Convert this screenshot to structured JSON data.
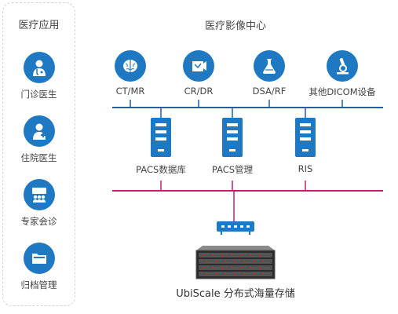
{
  "sidebar": {
    "title": "医疗应用",
    "items": [
      {
        "label": "门诊医生",
        "icon": "doctor-stethoscope-icon"
      },
      {
        "label": "住院医生",
        "icon": "doctor-plus-icon"
      },
      {
        "label": "专家会诊",
        "icon": "consultation-group-icon"
      },
      {
        "label": "归档管理",
        "icon": "folder-icon"
      }
    ]
  },
  "center": {
    "title": "医疗影像中心",
    "modalities": [
      {
        "label": "CT/MR",
        "icon": "brain-icon"
      },
      {
        "label": "CR/DR",
        "icon": "xray-camera-icon"
      },
      {
        "label": "DSA/RF",
        "icon": "flask-icon"
      },
      {
        "label": "其他DICOM设备",
        "icon": "microscope-icon"
      }
    ],
    "servers": [
      {
        "label": "PACS数据库",
        "icon": "server-icon"
      },
      {
        "label": "PACS管理",
        "icon": "server-icon"
      },
      {
        "label": "RIS",
        "icon": "server-icon"
      }
    ]
  },
  "storage": {
    "label": "UbiScale 分布式海量存储",
    "switch_icon": "network-switch-icon",
    "array_icon": "storage-array-icon"
  },
  "colors": {
    "icon_blue": "#1e78c2",
    "blue_line": "#1e5fa8",
    "magenta_line": "#c2206e"
  }
}
